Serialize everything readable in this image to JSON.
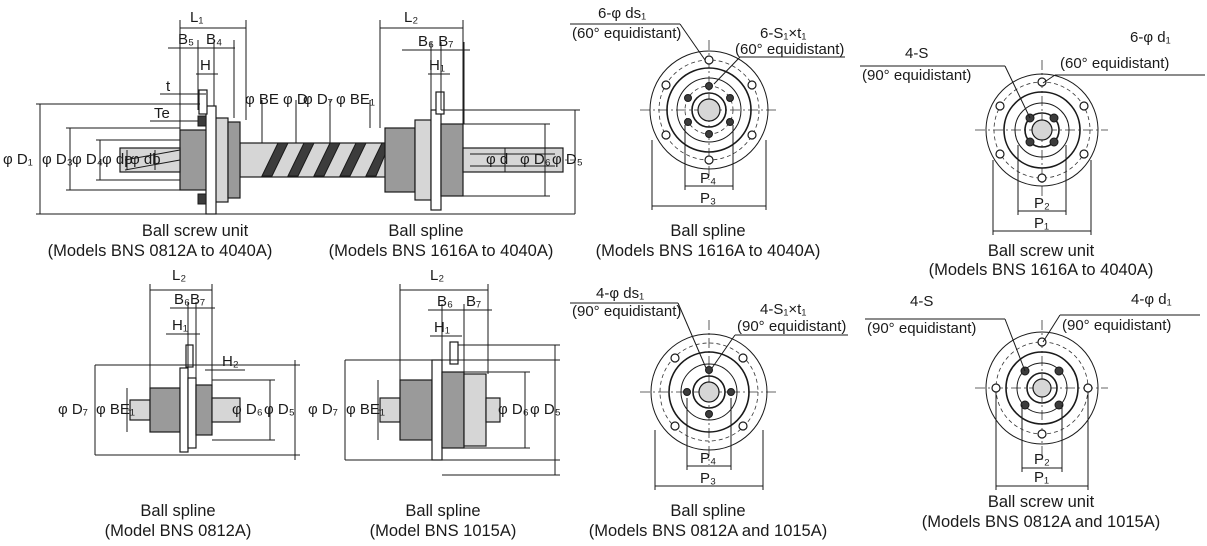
{
  "views": {
    "unit_side": {
      "caption": [
        "Ball screw unit",
        "(Models BNS 0812A to 4040A)"
      ],
      "labels": {
        "L1": "L₁",
        "B5": "B₅",
        "B4": "B₄",
        "H": "H",
        "t": "t",
        "Te": "Te",
        "D1": "φ D₁",
        "D3": "φ D₃",
        "D4": "φ D₄",
        "dp": "φ dp",
        "db": "φ db",
        "BE": "φ BE",
        "D": "φ D",
        "D7": "φ D₇",
        "BE1": "φ BE₁"
      }
    },
    "spline_side": {
      "caption": [
        "Ball spline",
        "(Models BNS 1616A to 4040A)"
      ],
      "labels": {
        "L2": "L₂",
        "B6B7": "B₆ B₇",
        "H1": "H₁",
        "d": "φ d",
        "D6": "φ D₆",
        "D5": "φ D₅"
      }
    },
    "spline_front_a": {
      "caption": [
        "Ball spline",
        "(Models BNS 1616A to 4040A)"
      ],
      "labels": {
        "holes": "6-φ ds₁",
        "holes_note": "(60° equidistant)",
        "tap": "6-S₁×t₁",
        "tap_note": "(60° equidistant)",
        "P4": "P₄",
        "P3": "P₃"
      }
    },
    "unit_front_a": {
      "caption": [
        "Ball screw unit",
        "(Models BNS 1616A to 4040A)"
      ],
      "labels": {
        "tap": "4-S",
        "tap_note": "(90° equidistant)",
        "holes": "6-φ d₁",
        "holes_note": "(60° equidistant)",
        "P2": "P₂",
        "P1": "P₁"
      }
    },
    "spline_0812": {
      "caption": [
        "Ball spline",
        "(Model BNS 0812A)"
      ],
      "labels": {
        "L2": "L₂",
        "B6B7": "B₆B₇",
        "H1": "H₁",
        "H2": "H₂",
        "D7": "φ D₇",
        "BE1": "φ BE₁",
        "D6": "φ D₆",
        "D5": "φ D₅"
      }
    },
    "spline_1015": {
      "caption": [
        "Ball spline",
        "(Model BNS 1015A)"
      ],
      "labels": {
        "L2": "L₂",
        "B6": "B₆",
        "B7": "B₇",
        "H1": "H₁",
        "D7": "φ D₇",
        "BE1": "φ BE₁",
        "D6": "φ D₆",
        "D5": "φ D₅"
      }
    },
    "spline_front_b": {
      "caption": [
        "Ball spline",
        "(Models BNS 0812A and 1015A)"
      ],
      "labels": {
        "holes": "4-φ ds₁",
        "holes_note": "(90° equidistant)",
        "tap": "4-S₁×t₁",
        "tap_note": "(90° equidistant)",
        "P4": "P₄",
        "P3": "P₃"
      }
    },
    "unit_front_b": {
      "caption": [
        "Ball screw unit",
        "(Models BNS 0812A and 1015A)"
      ],
      "labels": {
        "tap": "4-S",
        "tap_note": "(90° equidistant)",
        "holes": "4-φ d₁",
        "holes_note": "(90° equidistant)",
        "P2": "P₂",
        "P1": "P₁"
      }
    }
  }
}
